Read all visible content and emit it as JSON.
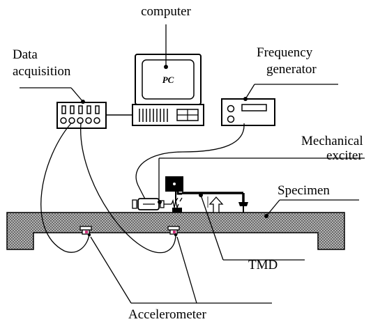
{
  "labels": {
    "computer": "computer",
    "data_acquisition_line1": "Data",
    "data_acquisition_line2": "acquisition",
    "frequency_generator_line1": "Frequency",
    "frequency_generator_line2": "generator",
    "mechanical_exciter_line1": "Mechanical",
    "mechanical_exciter_line2": "exciter",
    "specimen": "Specimen",
    "tmd": "TMD",
    "accelerometer": "Accelerometer",
    "pc_screen": "PC"
  },
  "colors": {
    "line": "#000000",
    "specimen_fill": "#a8a8a8",
    "accelerometer_accent": "#d0307a"
  }
}
